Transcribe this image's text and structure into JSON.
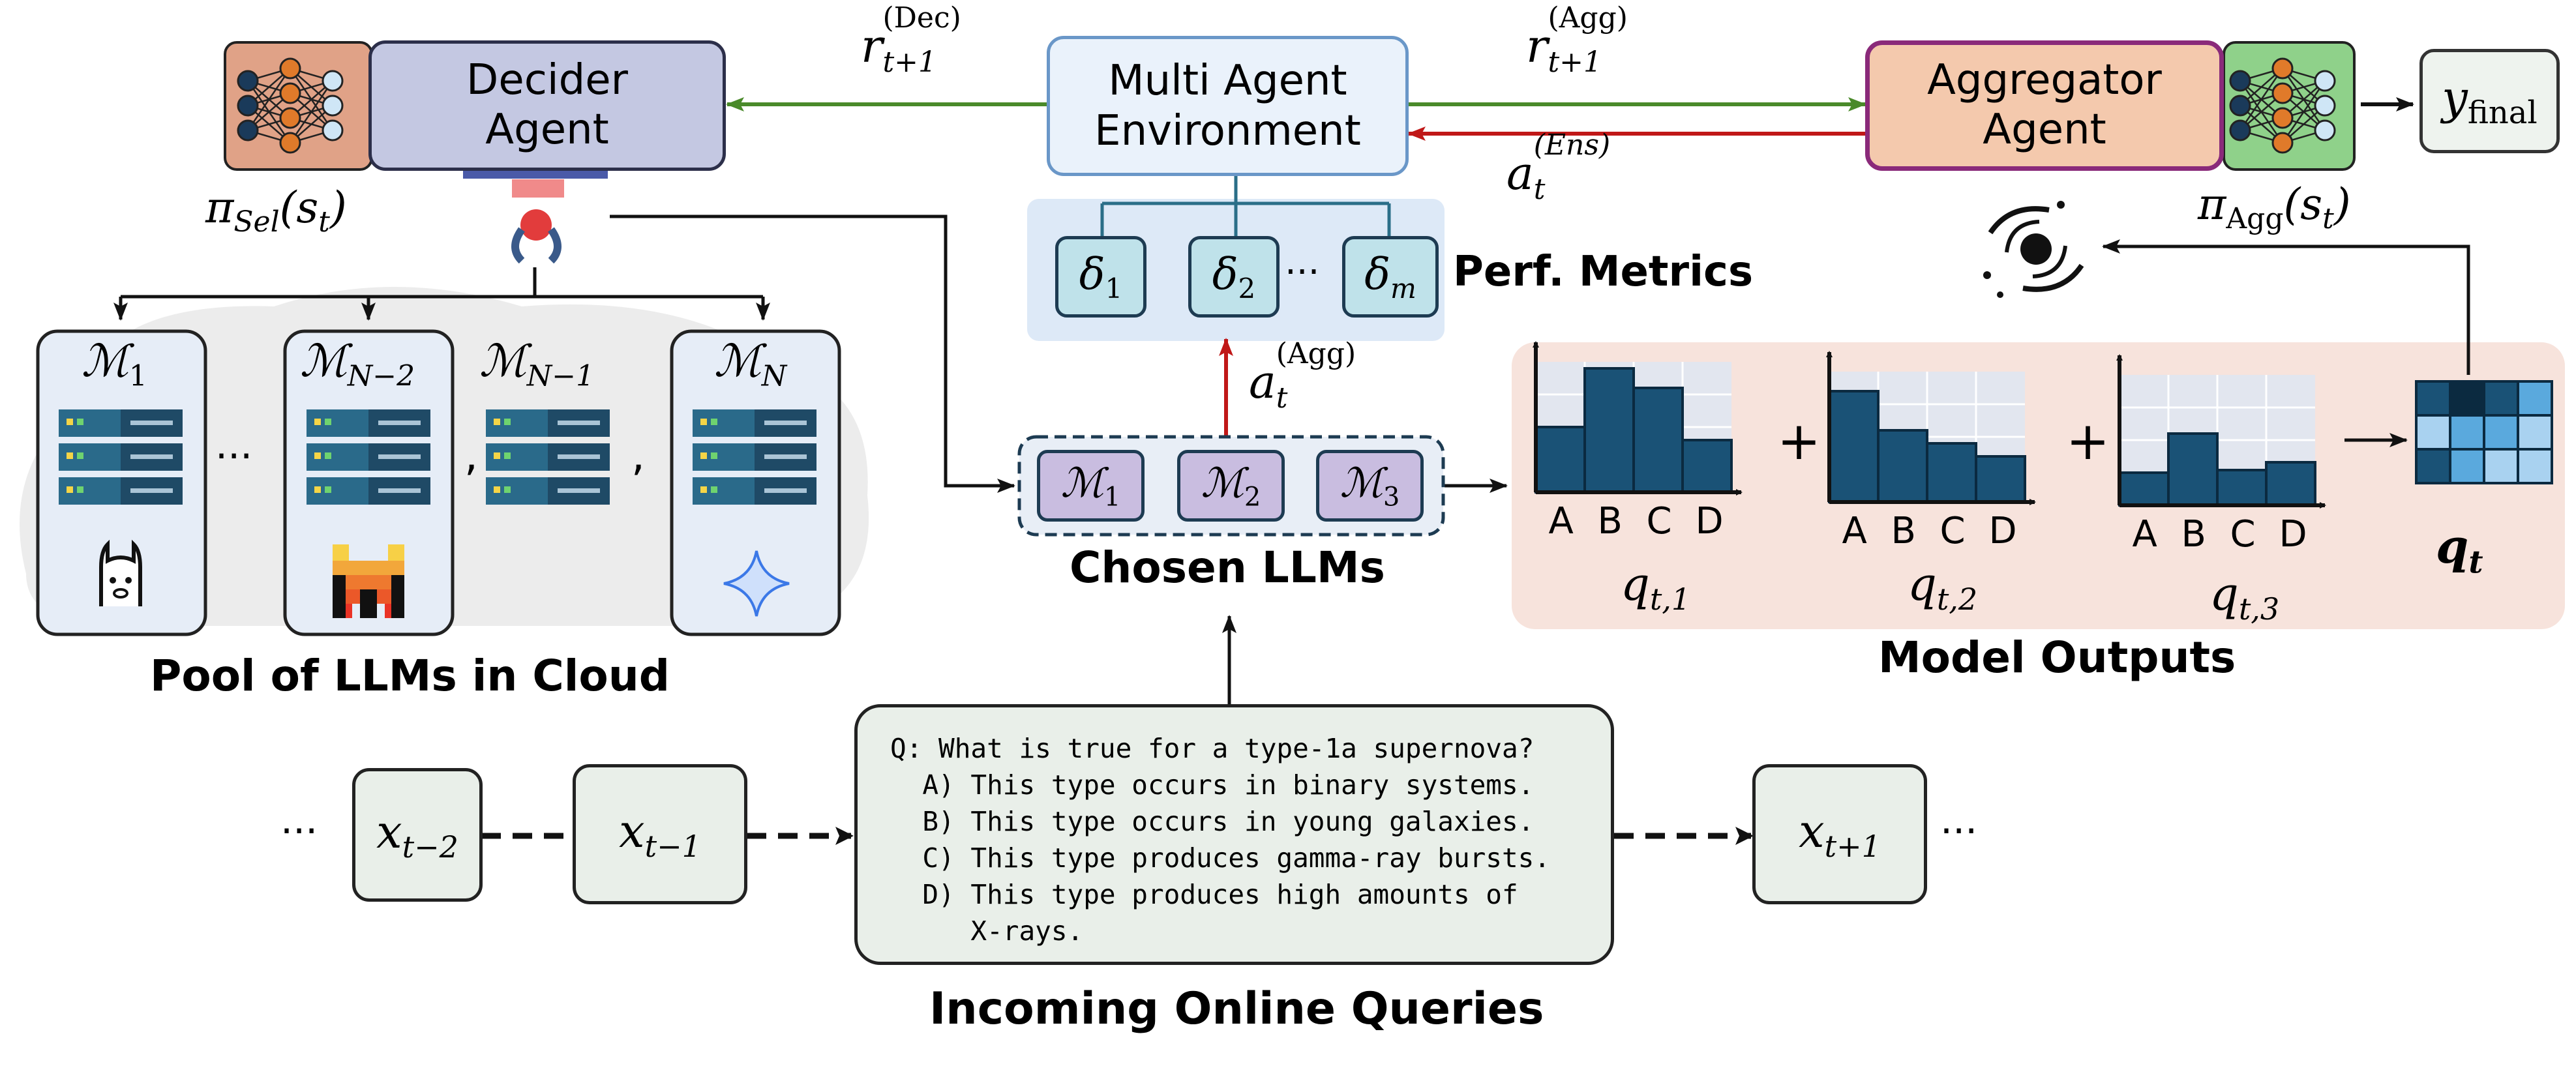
{
  "decider": {
    "label": "Decider\nAgent",
    "policy": "π",
    "policy_sub": "Sel",
    "policy_arg": "(s",
    "policy_arg_sub": "t",
    "policy_close": ")"
  },
  "environment": {
    "label": "Multi Agent\nEnvironment"
  },
  "aggregator": {
    "label": "Aggregator\nAgent",
    "policy": "π",
    "policy_sub": "Agg",
    "policy_arg": "(s",
    "policy_arg_sub": "t",
    "policy_close": ")"
  },
  "output": {
    "var": "y",
    "sub": "final"
  },
  "rewards": {
    "dec": {
      "var": "r",
      "sub": "t+1",
      "sup": "(Dec)"
    },
    "agg": {
      "var": "r",
      "sub": "t+1",
      "sup": "(Agg)"
    },
    "ens": {
      "var": "a",
      "sub": "t",
      "sup": "(Ens)"
    },
    "agg_action": {
      "var": "a",
      "sub": "t",
      "sup": "(Agg)"
    }
  },
  "metrics": {
    "title": "Perf. Metrics",
    "items": [
      {
        "var": "δ",
        "sub": "1"
      },
      {
        "var": "δ",
        "sub": "2"
      },
      {
        "var": "δ",
        "sub": "m"
      }
    ],
    "ellipsis": "···"
  },
  "pool": {
    "title": "Pool of LLMs in Cloud",
    "models": [
      {
        "var": "ℳ",
        "sub": "1"
      },
      {
        "var": "ℳ",
        "sub": "N−2"
      },
      {
        "var": "ℳ",
        "sub": "N−1"
      },
      {
        "var": "ℳ",
        "sub": "N"
      }
    ],
    "ellipsis": "···",
    "comma": ","
  },
  "chosen": {
    "title": "Chosen LLMs",
    "models": [
      {
        "var": "ℳ",
        "sub": "1"
      },
      {
        "var": "ℳ",
        "sub": "2"
      },
      {
        "var": "ℳ",
        "sub": "3"
      }
    ]
  },
  "model_outputs": {
    "title": "Model Outputs",
    "plus": "+",
    "charts": [
      {
        "label_var": "q",
        "label_sub": "t,1",
        "categories": [
          "A",
          "B",
          "C",
          "D"
        ],
        "values": [
          0.5,
          0.95,
          0.8,
          0.4
        ]
      },
      {
        "label_var": "q",
        "label_sub": "t,2",
        "categories": [
          "A",
          "B",
          "C",
          "D"
        ],
        "values": [
          0.85,
          0.55,
          0.45,
          0.35
        ]
      },
      {
        "label_var": "q",
        "label_sub": "t,3",
        "categories": [
          "A",
          "B",
          "C",
          "D"
        ],
        "values": [
          0.25,
          0.55,
          0.27,
          0.33
        ]
      }
    ],
    "matrix_var": "q",
    "matrix_sub": "t"
  },
  "queries": {
    "title": "Incoming Online Queries",
    "items": [
      {
        "var": "x",
        "sub": "t−2"
      },
      {
        "var": "x",
        "sub": "t−1"
      },
      {
        "var": "x",
        "sub": "t+1"
      }
    ],
    "ellipsis": "···",
    "question": [
      "Q: What is true for a type-1a supernova?",
      "  A) This type occurs in binary systems.",
      "  B) This type occurs in young galaxies.",
      "  C) This type produces gamma-ray bursts.",
      "  D) This type produces high amounts of",
      "     X-rays."
    ]
  },
  "colors": {
    "green_arrow": "#4a8a2a",
    "red_arrow": "#c01818",
    "decider_fill": "#c4c8e2",
    "env_fill": "#eaf2fb",
    "agg_fill": "#f4c9ad",
    "agg_border": "#8a2a7a",
    "bar": "#1a5276"
  }
}
